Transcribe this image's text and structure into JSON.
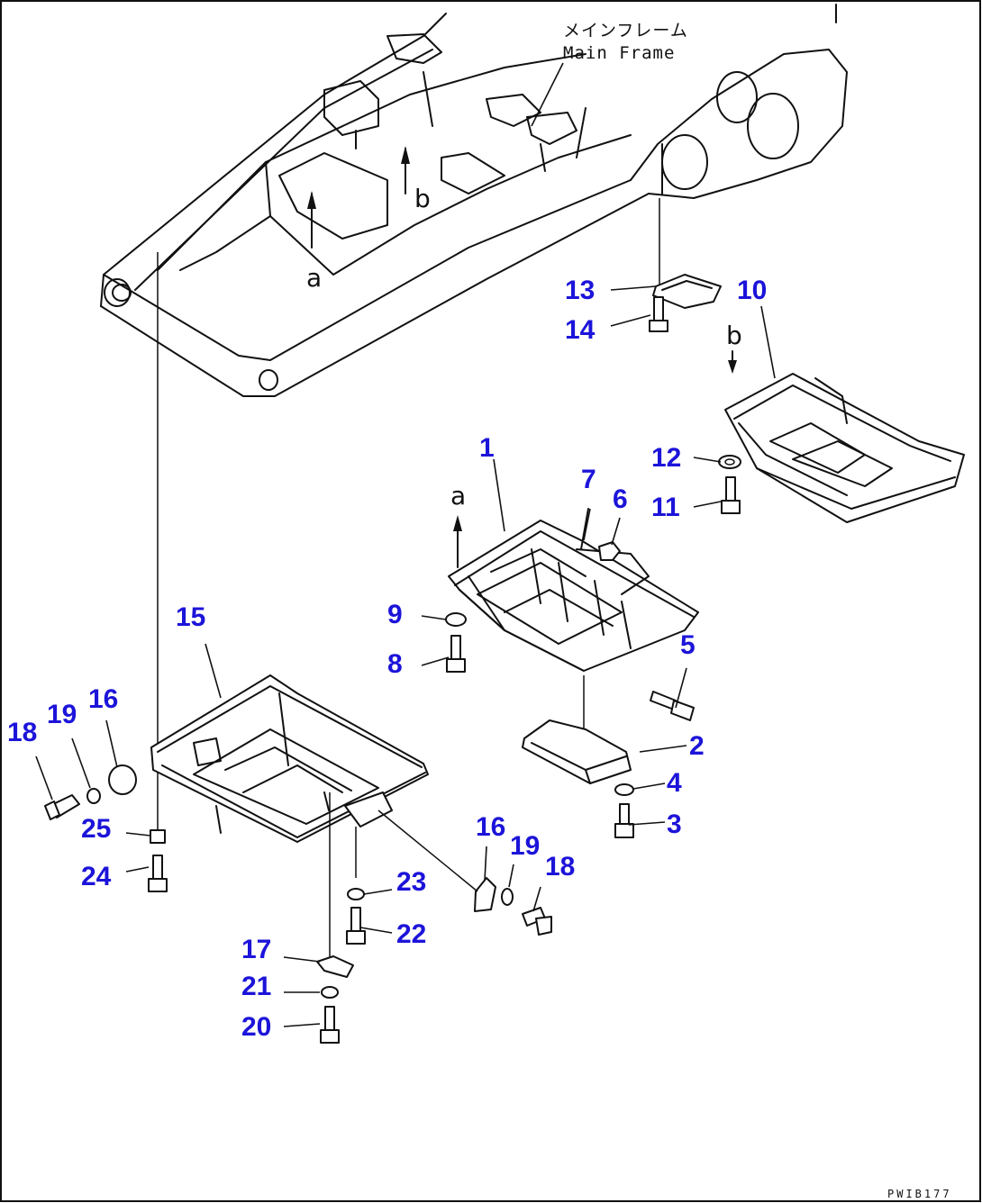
{
  "frame_label": {
    "japanese": "メインフレーム",
    "english": "Main Frame"
  },
  "reference_letters": [
    "a",
    "b"
  ],
  "diagram_code": "PWIB177",
  "callouts": [
    "1",
    "2",
    "3",
    "4",
    "5",
    "6",
    "7",
    "8",
    "9",
    "10",
    "11",
    "12",
    "13",
    "14",
    "15",
    "16",
    "17",
    "18",
    "19",
    "20",
    "21",
    "22",
    "23",
    "24",
    "25"
  ],
  "colors": {
    "callout": "#1c14d9",
    "line": "#111111",
    "background": "#ffffff"
  }
}
